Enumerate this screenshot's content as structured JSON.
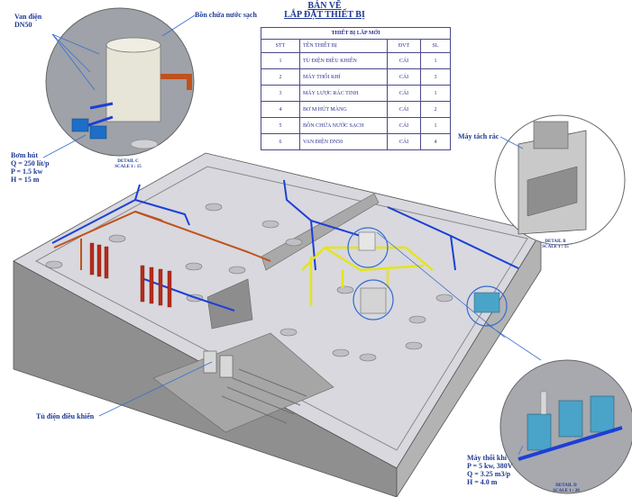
{
  "title_line1": "BẢN VẼ",
  "title_line2": "LẮP ĐẶT THIẾT BỊ",
  "table": {
    "caption": "THIẾT BỊ LẮP MỚI",
    "headers": [
      "STT",
      "TÊN THIẾT BỊ",
      "ĐVT",
      "SL"
    ],
    "rows": [
      {
        "stt": "1",
        "name": "TỦ ĐIỆN ĐIỀU KHIỂN",
        "unit": "CÁI",
        "qty": "1"
      },
      {
        "stt": "2",
        "name": "MÁY THỔI KHÍ",
        "unit": "CÁI",
        "qty": "3"
      },
      {
        "stt": "3",
        "name": "MÁY LƯỢC RÁC TINH",
        "unit": "CÁI",
        "qty": "1"
      },
      {
        "stt": "4",
        "name": "BƠ M HÚT MÀNG",
        "unit": "CÁI",
        "qty": "2"
      },
      {
        "stt": "5",
        "name": "BỒN CHỨA NƯỚC SẠCH",
        "unit": "CÁI",
        "qty": "1"
      },
      {
        "stt": "6",
        "name": "VAN  ĐIỆN DN50",
        "unit": "CÁI",
        "qty": "4"
      }
    ]
  },
  "labels": {
    "tank": "Bồn chứa nước sạch",
    "valve_1": "Van điện",
    "valve_2": "DN50",
    "pump_1": "Bơm hút",
    "pump_2": "Q = 250 lít/p",
    "pump_3": "P = 1.5 kw",
    "pump_4": "H = 15 m",
    "screen": "Máy tách rác",
    "panel": "Tủ điện điều khiển",
    "blower_1": "Máy thổi khí",
    "blower_2": "P = 5 kw, 380V",
    "blower_3": "Q = 3.25 m3/p",
    "blower_4": "H = 4.0 m"
  },
  "details": {
    "c_1": "DETAIL C",
    "c_2": "SCALE 1 : 15",
    "b_1": "DETAIL B",
    "b_2": "SCALE 1 : 15",
    "d_1": "DETAIL D",
    "d_2": "SCALE 1 : 20"
  },
  "colors": {
    "label_text": "#1f3a93",
    "leader_line": "#3a6fd0",
    "concrete_top": "#d9d9df",
    "concrete_side": "#9a9a9a",
    "pipe_blue": "#1d3fd6",
    "pipe_orange": "#c0521d",
    "pipe_yellow": "#e4e41a",
    "pipe_red": "#b52a1b",
    "pump_blue": "#4aa3c8"
  }
}
